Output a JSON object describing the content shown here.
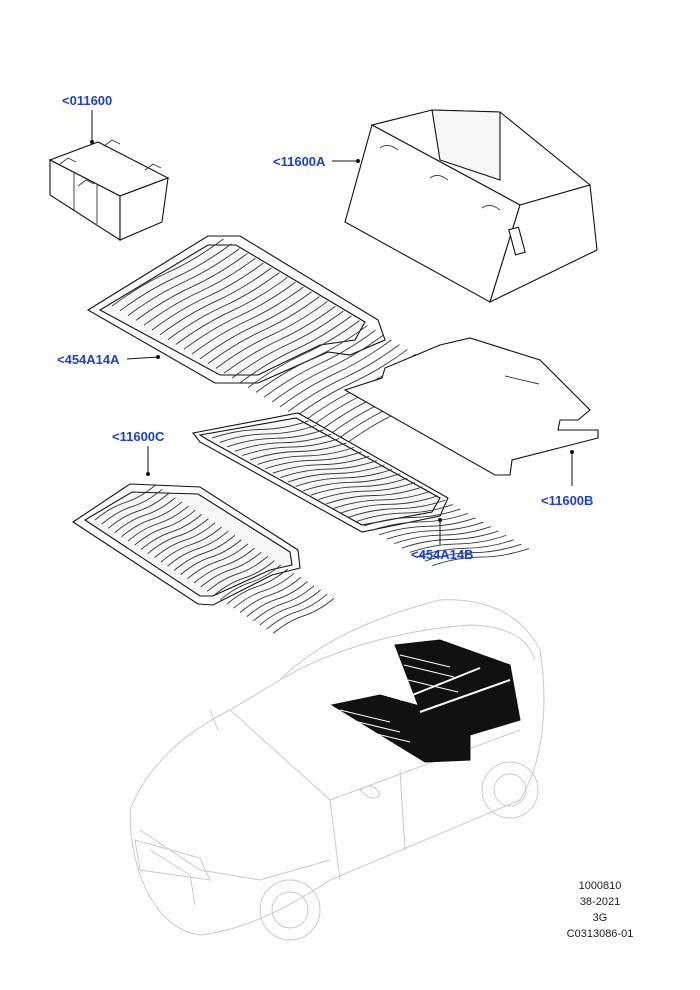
{
  "callouts": {
    "c011600": "<011600",
    "c11600A": "<11600A",
    "c454A14A": "<454A14A",
    "c11600C": "<11600C",
    "c11600B": "<11600B",
    "c454A14B": "<454A14B"
  },
  "metadata": {
    "line1": "1000810",
    "line2": "38-2021",
    "line3": "3G",
    "line4": "C0313086-01"
  },
  "colors": {
    "callout": "#1a3fd1",
    "line": "#111111",
    "car_outline": "#c9c9c9"
  }
}
